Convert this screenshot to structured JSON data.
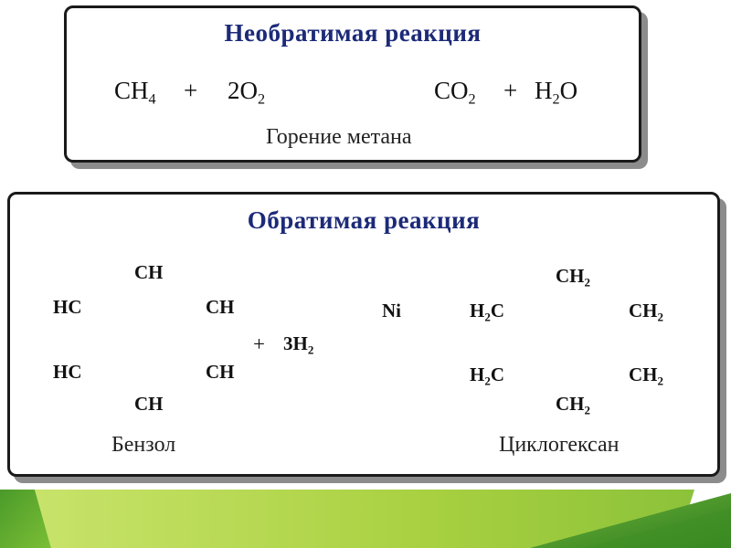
{
  "irreversible": {
    "title": "Необратимая  реакция",
    "reactant1": "CH",
    "reactant1_sub": "4",
    "plus1": "+",
    "reactant2": "2O",
    "reactant2_sub": "2",
    "product1": "CO",
    "product1_sub": "2",
    "plus2": "+",
    "product2_a": "H",
    "product2_sub": "2",
    "product2_b": "O",
    "caption": "Горение метана"
  },
  "reversible": {
    "title": "Обратимая  реакция",
    "benzene": {
      "top": "CH",
      "top_right": "CH",
      "bottom_right": "CH",
      "bottom": "CH",
      "bottom_left": "HC",
      "top_left": "HC",
      "caption": "Бензол"
    },
    "plus": "+",
    "reagent": "3H",
    "reagent_sub": "2",
    "catalyst": "Ni",
    "cyclohexane": {
      "top": "CH",
      "top_sub": "2",
      "top_right": "CH",
      "top_right_sub": "2",
      "bottom_right": "CH",
      "bottom_right_sub": "2",
      "bottom": "CH",
      "bottom_sub": "2",
      "bottom_left_h": "H",
      "bottom_left_sub": "2",
      "bottom_left_c": "C",
      "top_left_h": "H",
      "top_left_sub": "2",
      "top_left_c": "C",
      "caption": "Циклогексан"
    }
  },
  "colors": {
    "title": "#1c2a78",
    "arrow": "#e8141e",
    "panel_border": "#1a1a1a",
    "panel_shadow": "#8c8c8c",
    "footer_green_light": "#b6d94a",
    "footer_green_dark": "#4a9a2a"
  }
}
